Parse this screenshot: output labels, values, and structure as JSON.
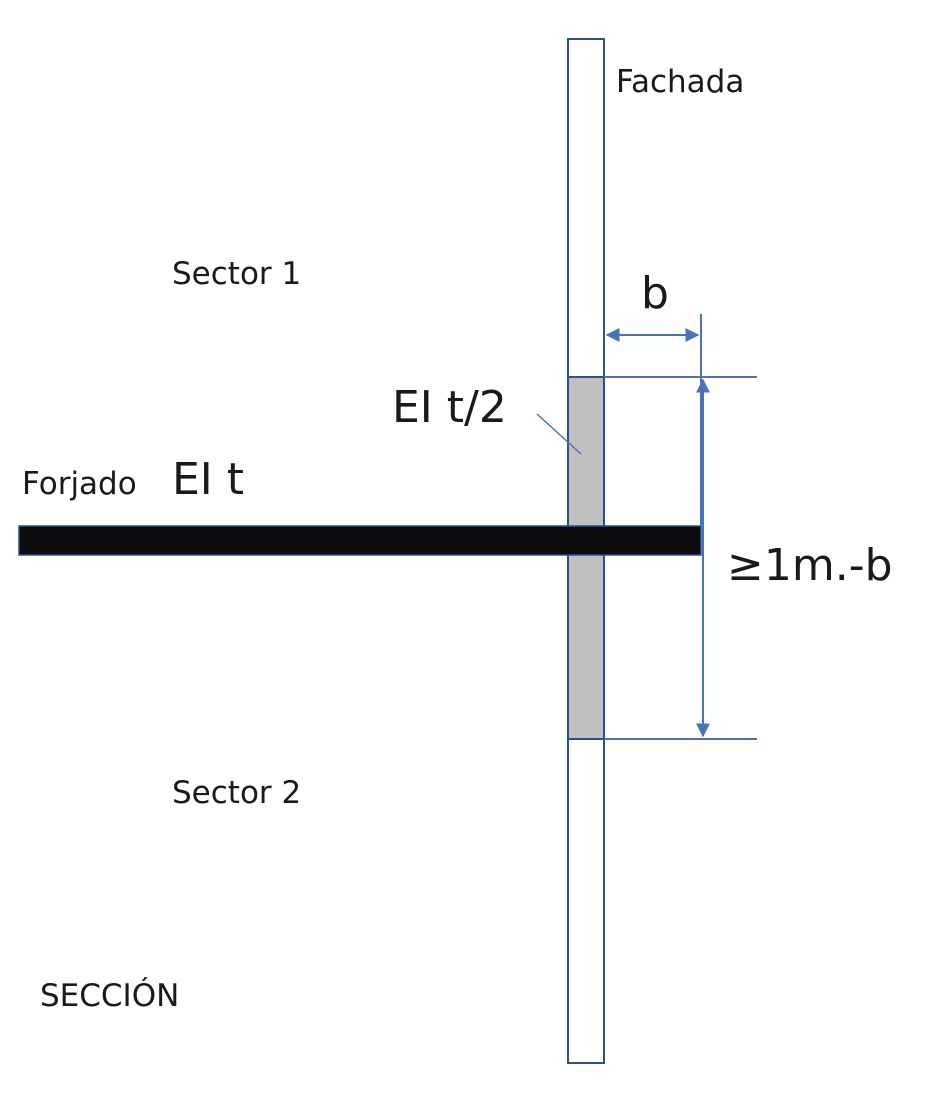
{
  "labels": {
    "fachada": "Fachada",
    "sector1": "Sector 1",
    "sector2": "Sector 2",
    "dim_b": "b",
    "ei_half": "EI t/2",
    "forjado": "Forjado",
    "ei_t": "EI t",
    "dim_height": "≥1m.-b",
    "seccion": "SECCIÓN"
  },
  "colors": {
    "facade_stroke": "#2b4f8f",
    "dimension": "#4a72c0",
    "slab": "#0d0d0d",
    "fire_band": "#c0c0c0",
    "text": "#1a1a1a"
  }
}
